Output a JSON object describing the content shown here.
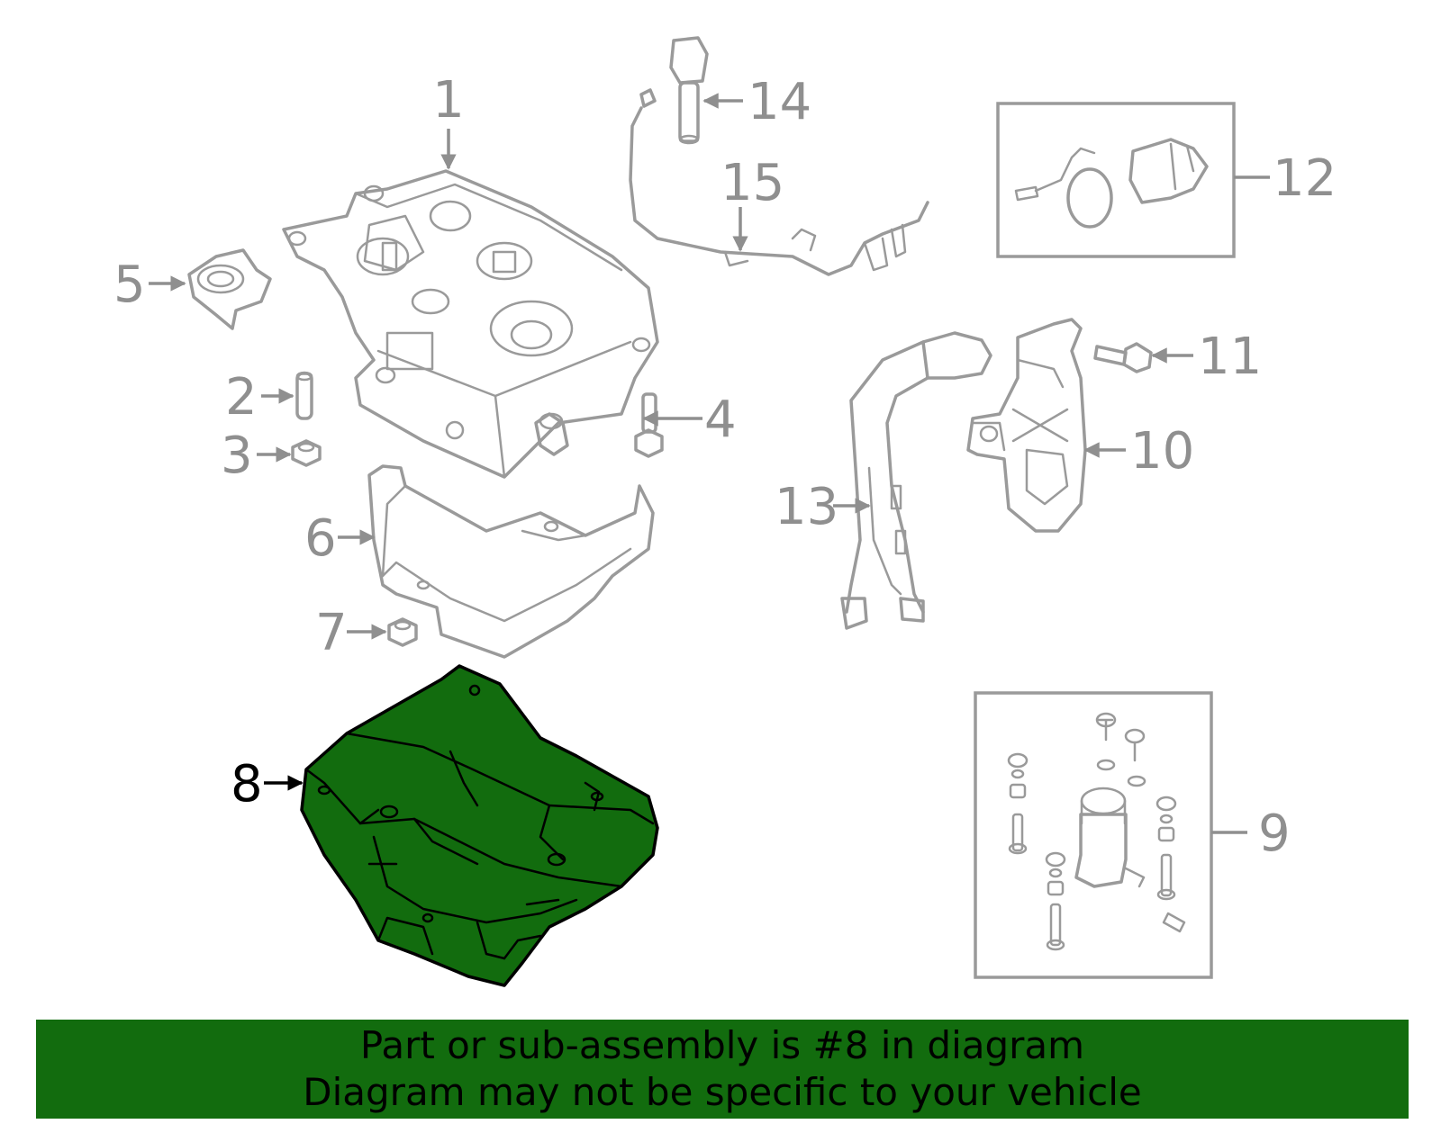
{
  "callouts": {
    "p1": "1",
    "p2": "2",
    "p3": "3",
    "p4": "4",
    "p5": "5",
    "p6": "6",
    "p7": "7",
    "p8": "8",
    "p9": "9",
    "p10": "10",
    "p11": "11",
    "p12": "12",
    "p13": "13",
    "p14": "14",
    "p15": "15"
  },
  "highlighted_part": "8",
  "colors": {
    "highlight": "#126c0e",
    "banner": "#126c0e",
    "line_art": "#9a9a9a"
  },
  "banner": {
    "line1": "Part or sub-assembly is #8 in diagram",
    "line2": "Diagram may not be specific to your vehicle"
  }
}
